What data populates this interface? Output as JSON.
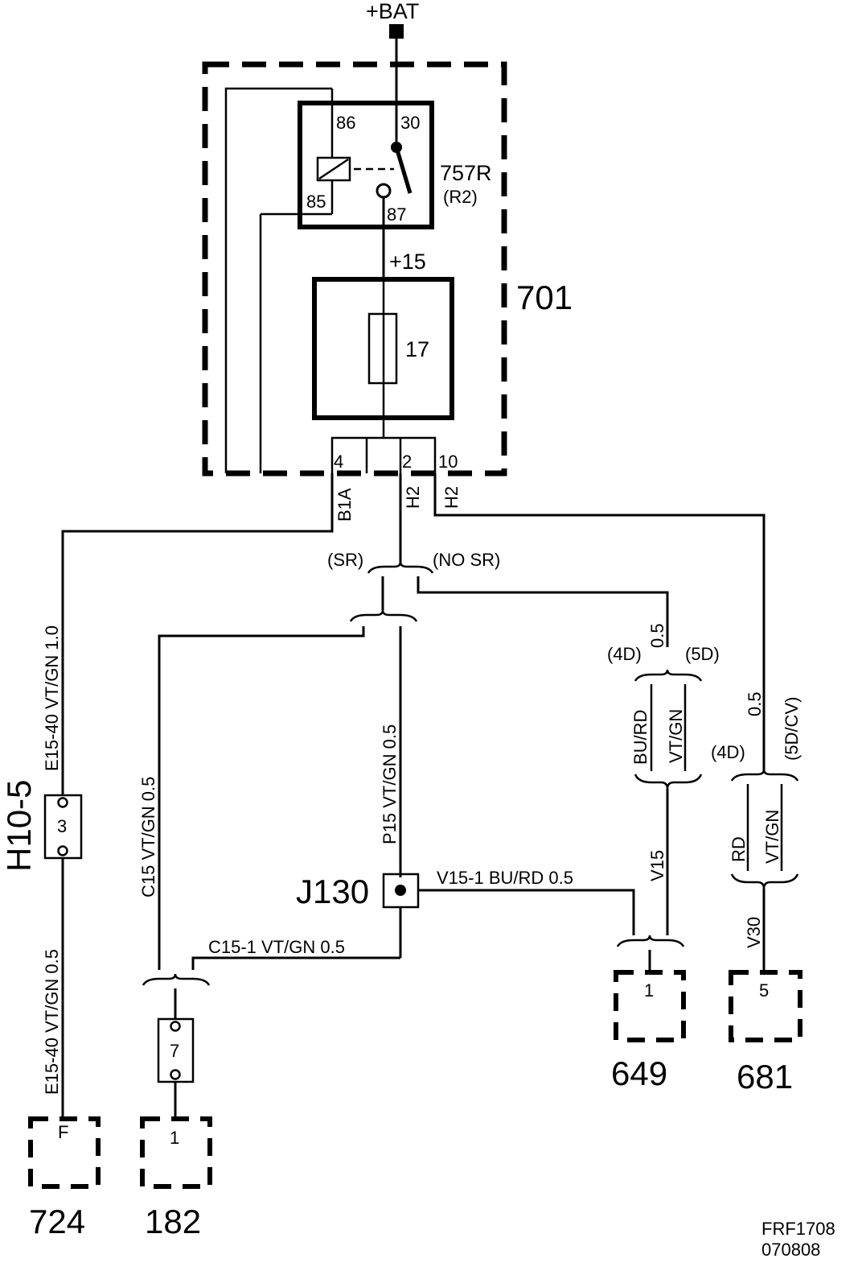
{
  "supply": "+BAT",
  "relay": {
    "id": "757R",
    "alt": "(R2)",
    "pins": {
      "p86": "86",
      "p30": "30",
      "p85": "85",
      "p87": "87"
    }
  },
  "fuse_box": {
    "id": "701",
    "feed": "+15",
    "fuse": "17"
  },
  "box_pins": {
    "p4": "4",
    "p2": "2",
    "p10": "10"
  },
  "connectors": {
    "c_b1a": "B1A",
    "c_h2a": "H2",
    "c_h2b": "H2"
  },
  "variants": {
    "sr": "(SR)",
    "no_sr": "(NO SR)",
    "d4a": "(4D)",
    "d5": "(5D)",
    "d4b": "(4D)",
    "d5cv": "(5D/CV)"
  },
  "wires": {
    "e15_top": "E15-40  VT/GN  1.0",
    "e15_bot": "E15-40  VT/GN  0.5",
    "c15": "C15  VT/GN  0.5",
    "p15": "P15  VT/GN  0.5",
    "v15_1": "V15-1  BU/RD  0.5",
    "c15_1": "C15-1  VT/GN  0.5",
    "size_a": "0.5",
    "size_b": "0.5",
    "bu_rd": "BU/RD",
    "vt_gn_a": "VT/GN",
    "rd": "RD",
    "vt_gn_b": "VT/GN",
    "v15": "V15",
    "v30": "V30"
  },
  "splice": "J130",
  "inline_connectors": {
    "h10": "H10-5",
    "h10_pin": "3",
    "c7_pin": "7"
  },
  "components": [
    {
      "id": "724",
      "pin": "F"
    },
    {
      "id": "182",
      "pin": "1"
    },
    {
      "id": "649",
      "pin": "1"
    },
    {
      "id": "681",
      "pin": "5"
    }
  ],
  "ref": {
    "code": "FRF1708",
    "date": "070808"
  }
}
